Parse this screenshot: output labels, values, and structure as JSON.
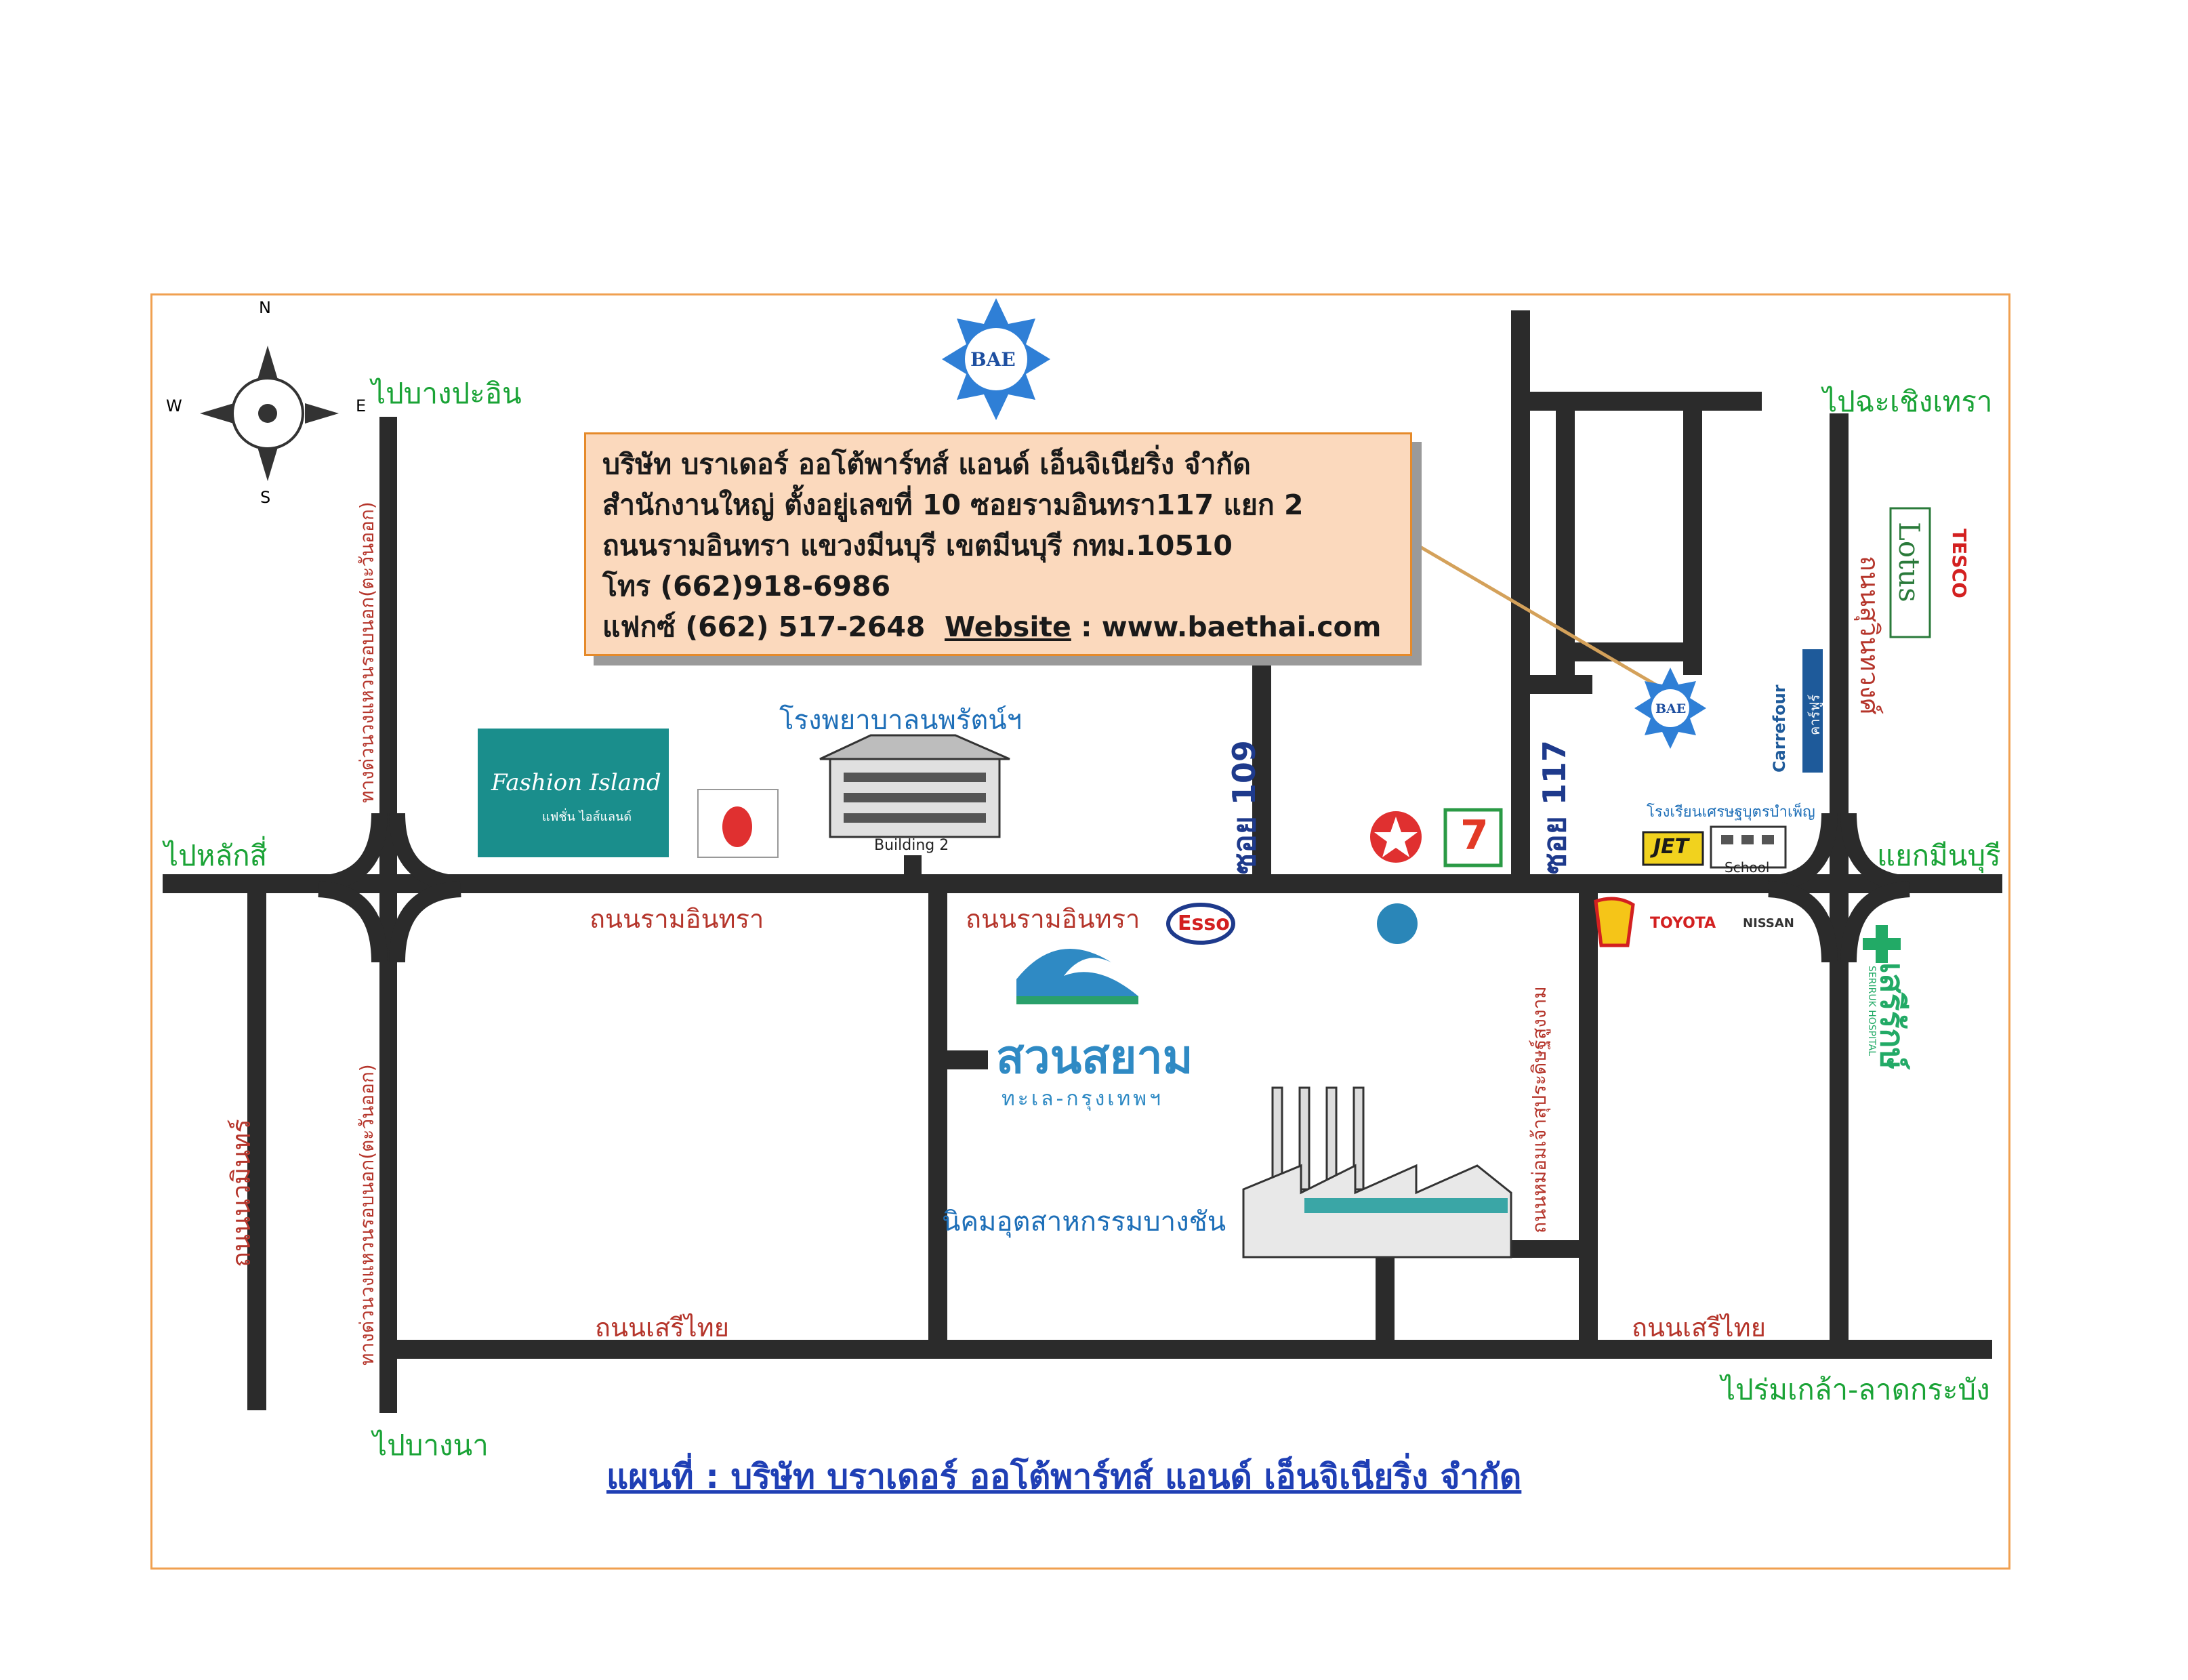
{
  "compass": {
    "n": "N",
    "s": "S",
    "e": "E",
    "w": "W"
  },
  "bae_logo_label": "BAE",
  "info_box": {
    "company": "บริษัท บราเดอร์ ออโต้พาร์ทส์ แอนด์ เอ็นจิเนียริ่ง จำกัด",
    "address1": "สำนักงานใหญ่ ตั้งอยู่เลขที่ 10 ซอยรามอินทรา117 แยก 2",
    "address2": "ถนนรามอินทรา แขวงมีนบุรี เขตมีนบุรี กทม.10510",
    "phone": "โทร (662)918-6986",
    "fax": "แฟกซ์ (662) 517-2648",
    "website_label": "Website",
    "website_sep": " :  ",
    "website": "www.baethai.com"
  },
  "directions": {
    "to_bang_pa_in": "ไปบางปะอิน",
    "to_chachoengsao": "ไปฉะเชิงเทรา",
    "to_lak_si": "ไปหลักสี่",
    "to_min_buri_junction": "แยกมีนบุรี",
    "to_bang_na": "ไปบางนา",
    "to_romklao": "ไปร่มเกล้า-ลาดกระบัง"
  },
  "roads": {
    "ram_inthra_left": "ถนนรามอินทรา",
    "ram_inthra_mid": "ถนนรามอินทรา",
    "seri_thai_left": "ถนนเสรีไทย",
    "seri_thai_right": "ถนนเสรีไทย",
    "soi_109": "ซอย 109",
    "soi_117": "ซอย 117",
    "kanchanaphisek_upper": "ทางด่วนวงแหวนรอบนอก(ตะวันออก)",
    "kanchanaphisek_lower": "ทางด่วนวงแหวนรอบนอก(ตะวันออก)",
    "nawamin": "ถนนนวมินทร์",
    "suwinthawong": "ถนนสุวินทวงศ์",
    "chao_khun_road": "ถนนหม่อมเจ้าสุประดิษฐ์สูงงาม"
  },
  "landmarks": {
    "fashion_island_title": "Fashion Island",
    "fashion_island_sub": "แฟชั่น ไอส์แลนด์",
    "hospital": "โรงพยาบาลนพรัตน์ฯ",
    "building2": "Building 2",
    "siam_park_name": "สวนสยาม",
    "siam_park_sub": "ทะเล-กรุงเทพฯ",
    "industrial": "นิคมอุตสาหกรรมบางชัน",
    "school_label": "โรงเรียนเศรษฐบุตรบำเพ็ญ",
    "school": "School",
    "jet": "JET",
    "seven_eleven": "7",
    "esso": "Esso",
    "toyota": "TOYOTA",
    "nissan": "NISSAN",
    "tesco": "TESCO",
    "lotus": "Lotus",
    "carrefour": "Carrefour",
    "carrefour_th": "คาร์ฟูร์",
    "hospital_right": "เสรีรักษ์",
    "hospital_right_en": "SERIRUK HOSPITAL"
  },
  "caption": "แผนที่ : บริษัท บราเดอร์ ออโต้พาร์ทส์ แอนด์  เอ็นจิเนียริ่ง จำกัด",
  "colors": {
    "road": "#2b2b2b",
    "frame": "#f0a050",
    "label_green": "#1aa336",
    "label_red": "#b5352b",
    "info_bg": "#fbd9bd",
    "bae_blue": "#2f7fd6",
    "caption_blue": "#1f3fb5"
  }
}
